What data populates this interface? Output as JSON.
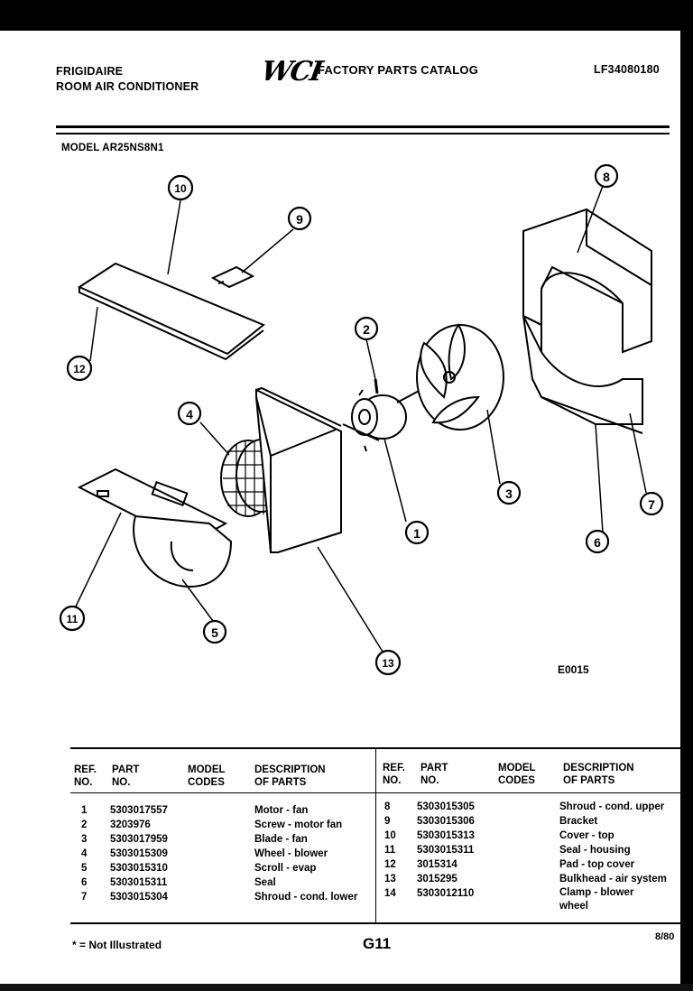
{
  "header": {
    "brand": "FRIGIDAIRE",
    "product": "ROOM AIR CONDITIONER",
    "logo": "WCI",
    "catalog": "FACTORY PARTS CATALOG",
    "catalog_no": "LF34080180",
    "model": "MODEL AR25NS8N1"
  },
  "diagram": {
    "code": "E0015",
    "callouts": [
      "1",
      "2",
      "3",
      "4",
      "5",
      "6",
      "7",
      "8",
      "9",
      "10",
      "11",
      "12",
      "13"
    ]
  },
  "table": {
    "headers": {
      "ref": "REF.",
      "ref2": "NO.",
      "part": "PART",
      "part2": "NO.",
      "model": "MODEL",
      "model2": "CODES",
      "desc": "DESCRIPTION",
      "desc2": "OF PARTS"
    },
    "left": [
      {
        "ref": "1",
        "part": "5303017557",
        "desc": "Motor - fan"
      },
      {
        "ref": "2",
        "part": "3203976",
        "desc": "Screw - motor fan"
      },
      {
        "ref": "3",
        "part": "5303017959",
        "desc": "Blade - fan"
      },
      {
        "ref": "4",
        "part": "5303015309",
        "desc": "Wheel - blower"
      },
      {
        "ref": "5",
        "part": "5303015310",
        "desc": "Scroll - evap"
      },
      {
        "ref": "6",
        "part": "5303015311",
        "desc": "Seal"
      },
      {
        "ref": "7",
        "part": "5303015304",
        "desc": "Shroud - cond. lower"
      }
    ],
    "right": [
      {
        "ref": "8",
        "part": "5303015305",
        "desc": "Shroud - cond. upper"
      },
      {
        "ref": "9",
        "part": "5303015306",
        "desc": "Bracket"
      },
      {
        "ref": "10",
        "part": "5303015313",
        "desc": "Cover - top"
      },
      {
        "ref": "11",
        "part": "5303015311",
        "desc": "Seal - housing"
      },
      {
        "ref": "12",
        "part": "3015314",
        "desc": "Pad - top cover"
      },
      {
        "ref": "13",
        "part": "3015295",
        "desc": "Bulkhead - air system"
      },
      {
        "ref": "14",
        "part": "5303012110",
        "desc": "Clamp - blower wheel"
      }
    ]
  },
  "footer": {
    "note": "* = Not Illustrated",
    "page": "G11",
    "date": "8/80"
  }
}
